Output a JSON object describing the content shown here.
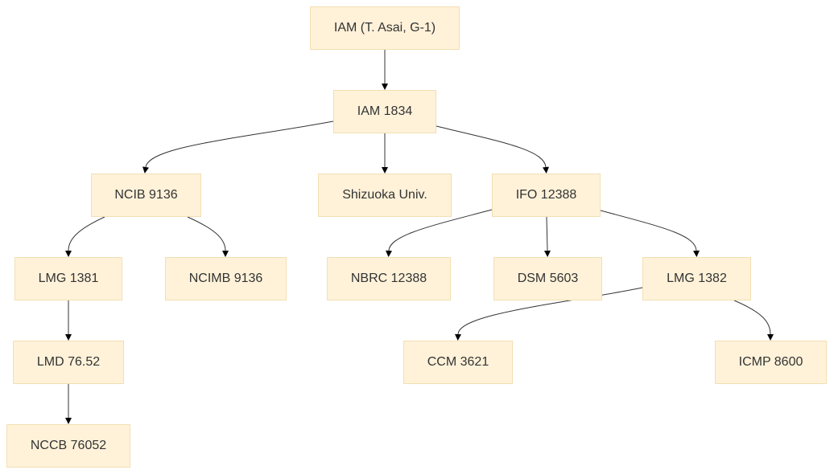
{
  "nodes": [
    {
      "id": "iam_asai",
      "label": "IAM (T. Asai, G-1)"
    },
    {
      "id": "iam_1834",
      "label": "IAM 1834"
    },
    {
      "id": "ncib_9136",
      "label": "NCIB 9136"
    },
    {
      "id": "shizuoka",
      "label": "Shizuoka Univ."
    },
    {
      "id": "ifo_12388",
      "label": "IFO 12388"
    },
    {
      "id": "lmg_1381",
      "label": "LMG 1381"
    },
    {
      "id": "ncimb_9136",
      "label": "NCIMB 9136"
    },
    {
      "id": "nbrc_12388",
      "label": "NBRC 12388"
    },
    {
      "id": "dsm_5603",
      "label": "DSM 5603"
    },
    {
      "id": "lmg_1382",
      "label": "LMG 1382"
    },
    {
      "id": "lmd_7652",
      "label": "LMD 76.52"
    },
    {
      "id": "ccm_3621",
      "label": "CCM 3621"
    },
    {
      "id": "icmp_8600",
      "label": "ICMP 8600"
    },
    {
      "id": "nccb_76052",
      "label": "NCCB 76052"
    }
  ],
  "edges": [
    {
      "from": "iam_asai",
      "to": "iam_1834"
    },
    {
      "from": "iam_1834",
      "to": "ncib_9136"
    },
    {
      "from": "iam_1834",
      "to": "shizuoka"
    },
    {
      "from": "iam_1834",
      "to": "ifo_12388"
    },
    {
      "from": "ncib_9136",
      "to": "lmg_1381"
    },
    {
      "from": "ncib_9136",
      "to": "ncimb_9136"
    },
    {
      "from": "ifo_12388",
      "to": "nbrc_12388"
    },
    {
      "from": "ifo_12388",
      "to": "dsm_5603"
    },
    {
      "from": "ifo_12388",
      "to": "lmg_1382"
    },
    {
      "from": "lmg_1381",
      "to": "lmd_7652"
    },
    {
      "from": "lmg_1382",
      "to": "ccm_3621"
    },
    {
      "from": "lmg_1382",
      "to": "icmp_8600"
    },
    {
      "from": "lmd_7652",
      "to": "nccb_76052"
    }
  ],
  "colors": {
    "node_fill": "#fff2d9",
    "node_border": "#f2dfb3",
    "text": "#333333",
    "edge": "#333333"
  }
}
